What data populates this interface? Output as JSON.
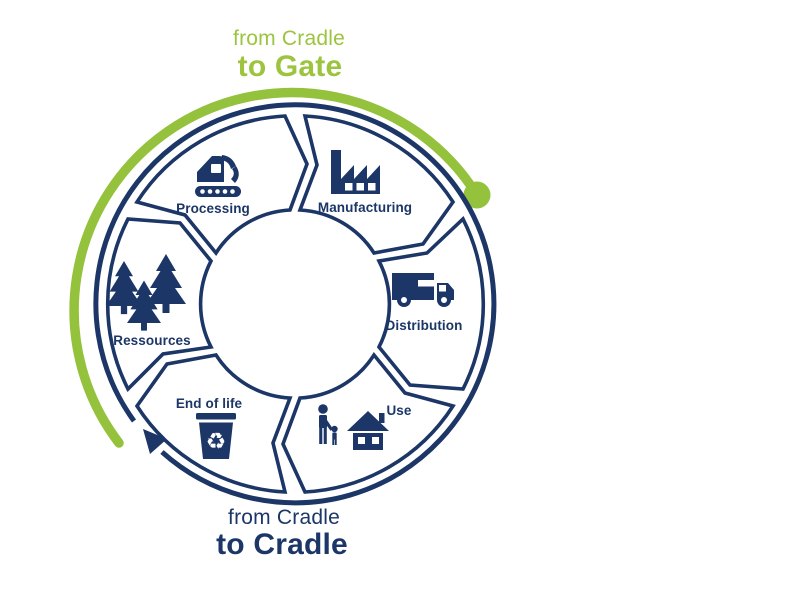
{
  "titles": {
    "top_line1": "from Cradle",
    "top_line2": "to Gate",
    "bottom_line1": "from Cradle",
    "bottom_line2": "to Cradle"
  },
  "cycle": {
    "direction": "clockwise",
    "stages": [
      {
        "label": "Processing",
        "icon": "excavator-icon"
      },
      {
        "label": "Manufacturing",
        "icon": "factory-icon"
      },
      {
        "label": "Distribution",
        "icon": "truck-icon"
      },
      {
        "label": "Use",
        "icon": "family-and-house-icon"
      },
      {
        "label": "End of life",
        "icon": "recycle-bin-icon"
      },
      {
        "label": "Ressources",
        "icon": "pine-trees-icon"
      }
    ]
  },
  "icons": {
    "recycle_symbol": "♻"
  },
  "colors": {
    "green": "#95c23c",
    "navy": "#1c3667",
    "background": "#ffffff"
  }
}
